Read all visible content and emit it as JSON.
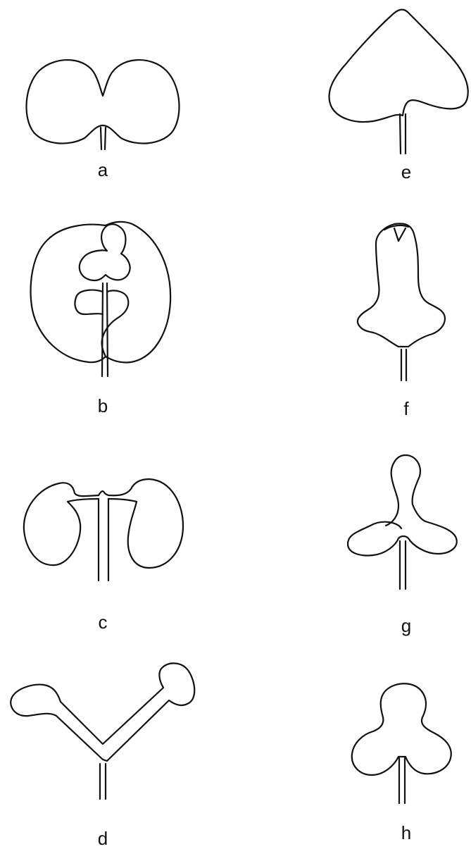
{
  "figure": {
    "stroke_color": "#111111",
    "panels": [
      {
        "id": "a",
        "label": "a"
      },
      {
        "id": "b",
        "label": "b"
      },
      {
        "id": "c",
        "label": "c"
      },
      {
        "id": "d",
        "label": "d"
      },
      {
        "id": "e",
        "label": "e"
      },
      {
        "id": "f",
        "label": "f"
      },
      {
        "id": "g",
        "label": "g"
      },
      {
        "id": "h",
        "label": "h"
      }
    ]
  }
}
